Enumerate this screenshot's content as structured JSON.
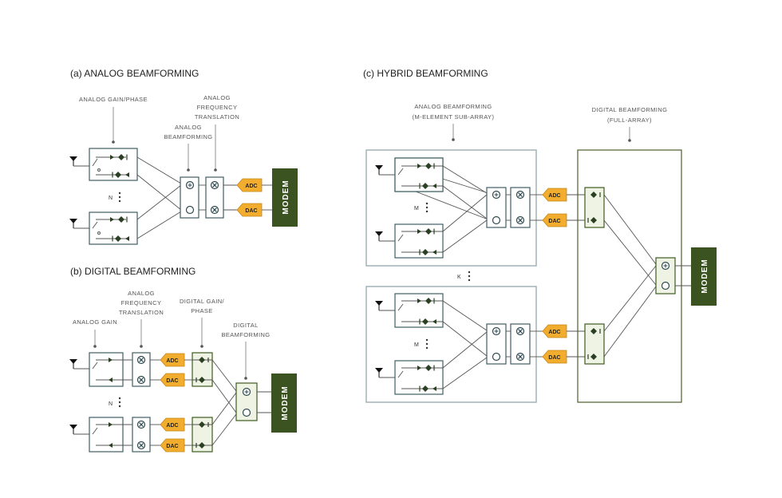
{
  "titles": {
    "analog": "(a) ANALOG BEAMFORMING",
    "digital": "(b) DIGITAL BEAMFORMING",
    "hybrid": "(c) HYBRID BEAMFORMING"
  },
  "labels": {
    "analog_gain_phase": "ANALOG GAIN/PHASE",
    "analog_freq_1": "ANALOG",
    "analog_freq_2": "FREQUENCY",
    "analog_freq_3": "TRANSLATION",
    "analog_bf_1": "ANALOG",
    "analog_bf_2": "BEAMFORMING",
    "analog_gain": "ANALOG GAIN",
    "b_freq_1": "ANALOG",
    "b_freq_2": "FREQUENCY",
    "b_freq_3": "TRANSLATION",
    "digital_gain_1": "DIGITAL GAIN/",
    "digital_gain_2": "PHASE",
    "digital_bf_1": "DIGITAL",
    "digital_bf_2": "BEAMFORMING",
    "c_analog_bf_1": "ANALOG BEAMFORMING",
    "c_analog_bf_2": "(M-ELEMENT SUB-ARRAY)",
    "c_digital_bf_1": "DIGITAL BEAMFORMING",
    "c_digital_bf_2": "(FULL-ARRAY)"
  },
  "converters": {
    "adc": "ADC",
    "dac": "DAC"
  },
  "modem": "MODEM",
  "counts": {
    "n": "N",
    "m": "M",
    "k": "K"
  },
  "colors": {
    "converter": "#f2ad2e",
    "modem": "#3b5320",
    "analog_block_stroke": "#3f5e63",
    "digital_block_stroke": "#3d5a1e",
    "subarray_stroke": "#9aaeb2"
  }
}
